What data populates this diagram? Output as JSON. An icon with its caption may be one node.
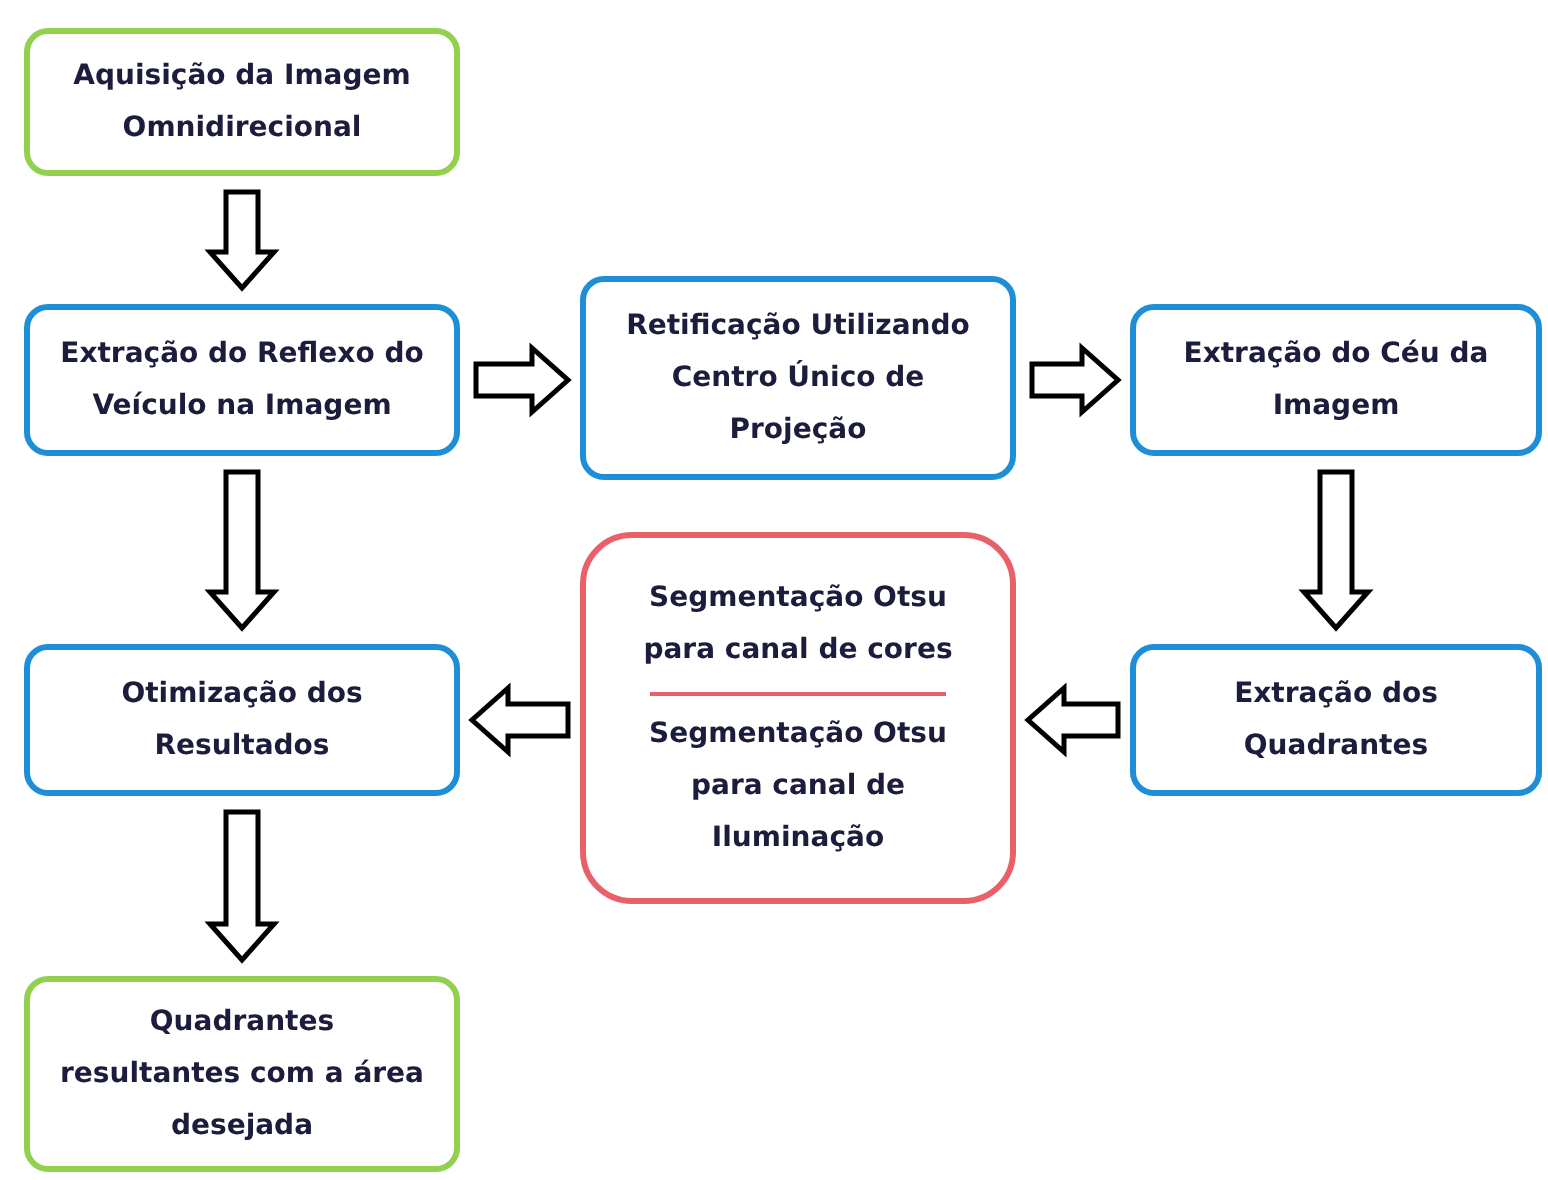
{
  "diagram": {
    "nodes": [
      {
        "text": [
          "Aquisição da Imagem Omnidirecional"
        ]
      },
      {
        "text": [
          "Extração do Reflexo do Veículo na Imagem"
        ]
      },
      {
        "text": [
          "Retificação Utilizando Centro Único de Projeção"
        ]
      },
      {
        "text": [
          "Extração do Céu da Imagem"
        ]
      },
      {
        "text": [
          "Segmentação Otsu para canal de cores",
          "Segmentação Otsu para canal de Iluminação"
        ]
      },
      {
        "text": [
          "Extração dos Quadrantes"
        ]
      },
      {
        "text": [
          "Otimização dos Resultados"
        ]
      },
      {
        "text": [
          "Quadrantes resultantes com a área desejada"
        ]
      }
    ],
    "edges": [
      {
        "from": 0,
        "to": 1,
        "arrow": "to"
      },
      {
        "from": 1,
        "to": 2,
        "arrow": "to"
      },
      {
        "from": 2,
        "to": 3,
        "arrow": "to"
      },
      {
        "from": 3,
        "to": 5,
        "arrow": "to"
      },
      {
        "from": 5,
        "to": 4,
        "arrow": "to"
      },
      {
        "from": 4,
        "to": 6,
        "arrow": "to"
      },
      {
        "from": 1,
        "to": 6,
        "arrow": "to"
      },
      {
        "from": 6,
        "to": 7,
        "arrow": "to"
      }
    ]
  }
}
